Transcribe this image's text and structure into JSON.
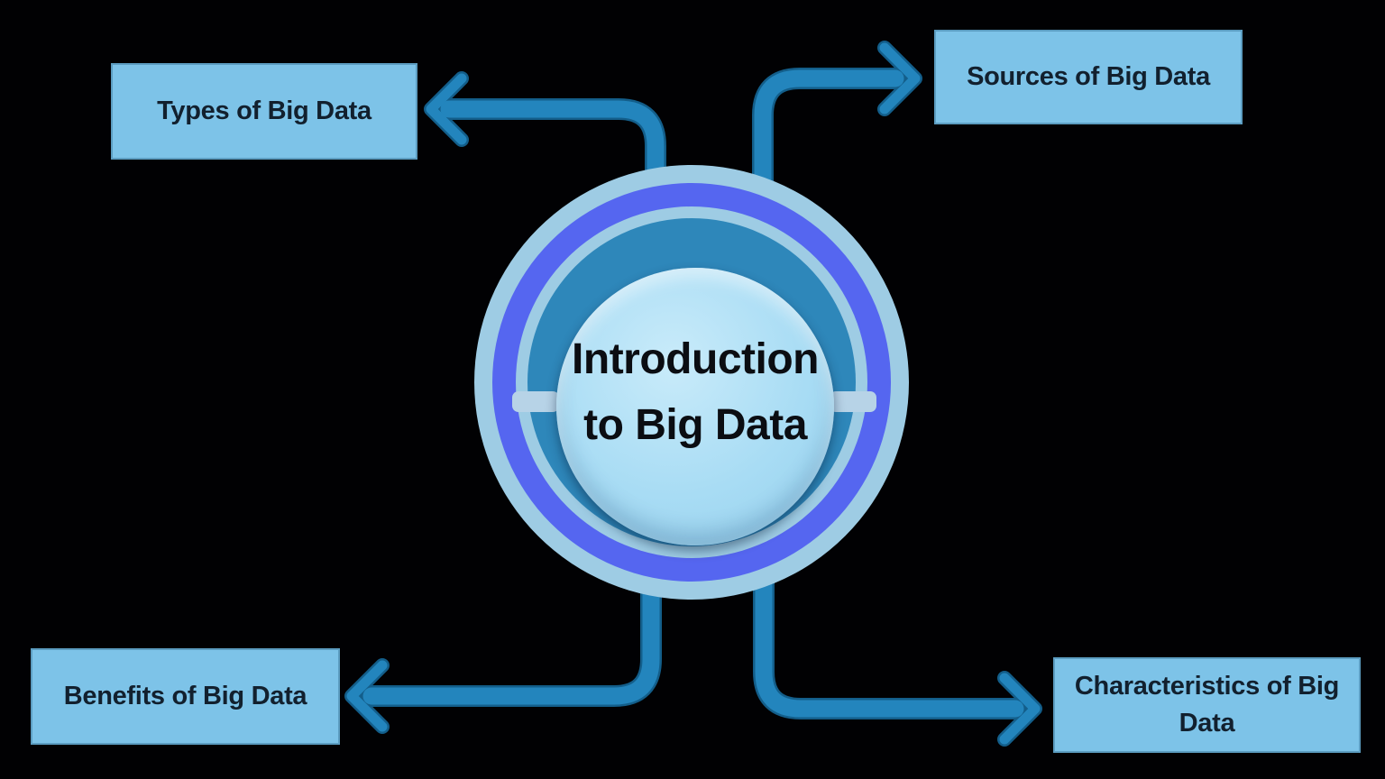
{
  "diagram": {
    "title": "Introduction to Big Data",
    "center": {
      "line1": "Introduction",
      "line2": "to Big Data"
    },
    "nodes": [
      {
        "id": "types",
        "label": "Types of Big Data",
        "position": "top-left"
      },
      {
        "id": "sources",
        "label": "Sources of Big Data",
        "position": "top-right"
      },
      {
        "id": "benefits",
        "label": "Benefits of Big Data",
        "position": "bottom-left"
      },
      {
        "id": "characteristics",
        "label": "Characteristics of Big Data",
        "position": "bottom-right"
      }
    ]
  },
  "colors": {
    "background": "#010103",
    "box-fill": "#7dc3e8",
    "box-text": "#12202e",
    "arrow": "#2385bd",
    "arrow-edge": "#135e8a",
    "ring-light": "#9ecce4",
    "ring-purple": "#5566f0",
    "ring-teal": "#2e87ba",
    "inner-fill": "#a8dcf4",
    "tab": "#b7d3e7",
    "center-text": "#0b0d12"
  }
}
